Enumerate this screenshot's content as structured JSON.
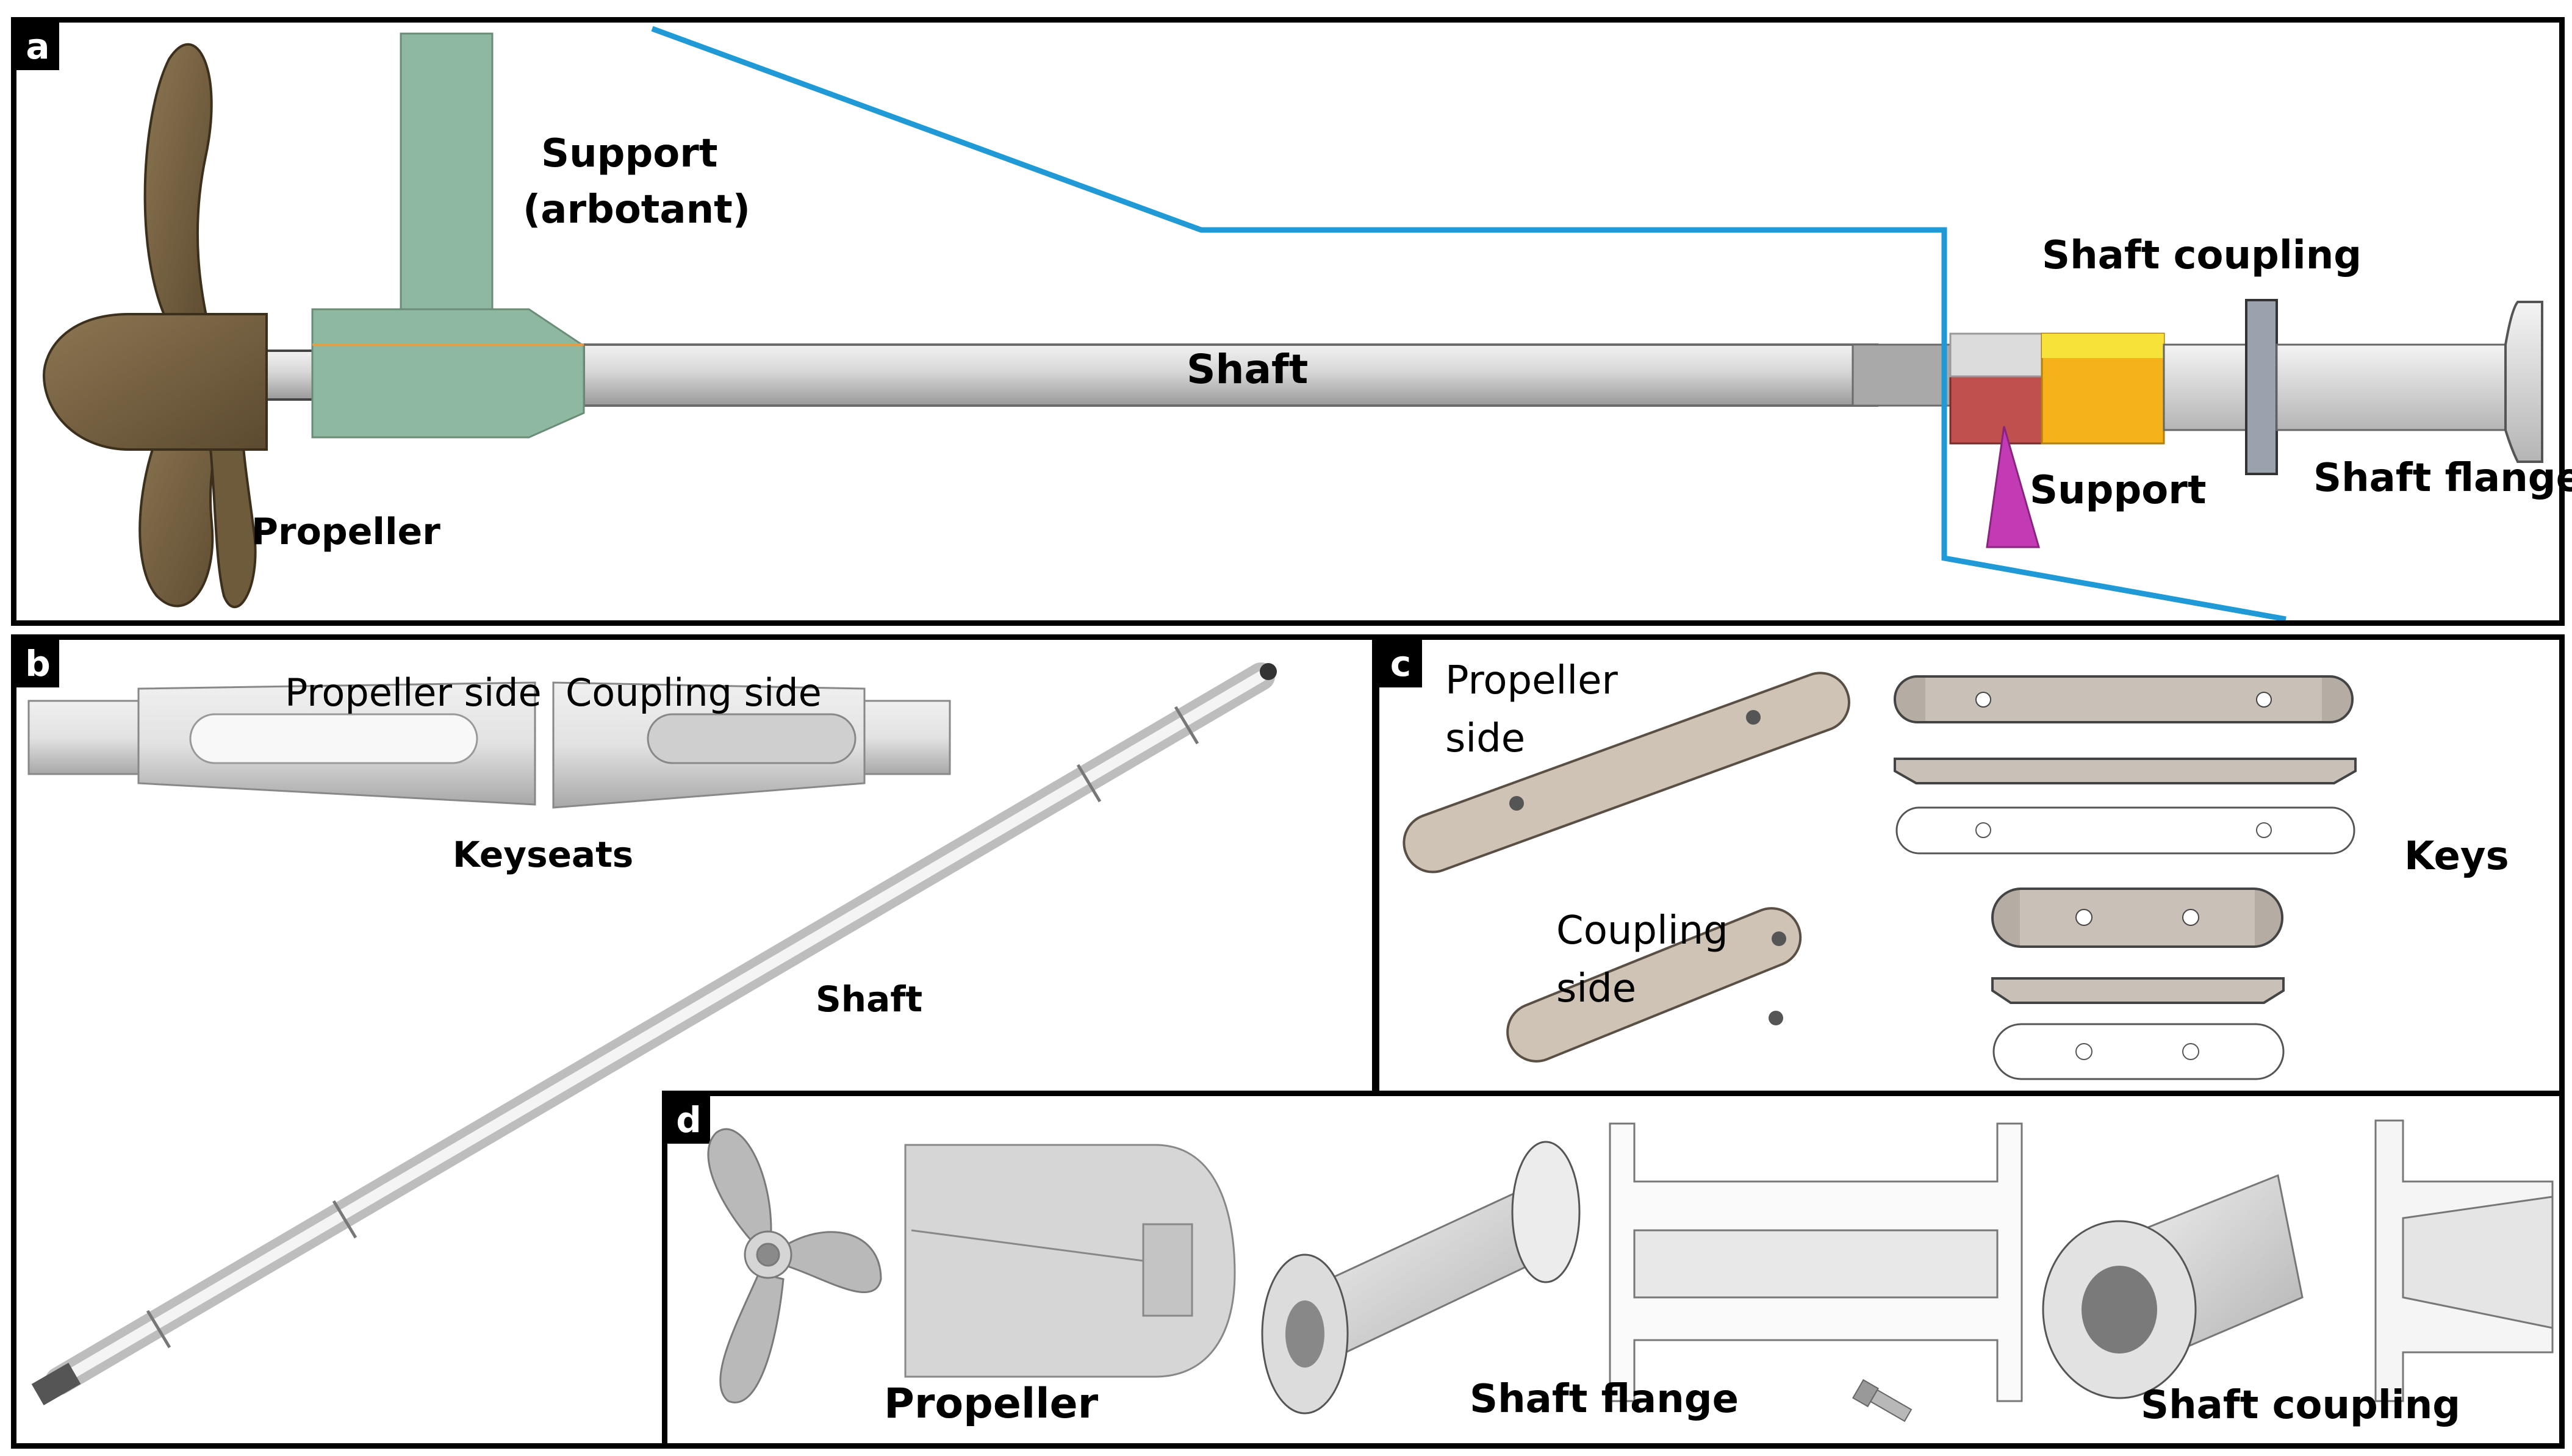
{
  "panels": {
    "a": {
      "tag": "a",
      "labels": {
        "support_line1": "Support",
        "support_line2": "(arbotant)",
        "shaft": "Shaft",
        "shaft_coupling": "Shaft coupling",
        "propeller": "Propeller",
        "support": "Support",
        "shaft_flange": "Shaft flange"
      }
    },
    "b": {
      "tag": "b",
      "labels": {
        "propeller_side": "Propeller side",
        "coupling_side": "Coupling side",
        "keyseats": "Keyseats",
        "shaft": "Shaft"
      }
    },
    "c": {
      "tag": "c",
      "labels": {
        "propeller_side_line1": "Propeller",
        "propeller_side_line2": "side",
        "coupling_side_line1": "Coupling",
        "coupling_side_line2": "side",
        "keys": "Keys"
      }
    },
    "d": {
      "tag": "d",
      "labels": {
        "propeller": "Propeller",
        "shaft_flange": "Shaft flange",
        "shaft_coupling": "Shaft coupling"
      }
    }
  },
  "colors": {
    "panel_border": "#000000",
    "zoom_line": "#1f9ad6",
    "propeller_bronze": "#7a6646",
    "support_green": "#8fb8a0",
    "shaft_grey": "#d9d9d9",
    "coupling_red": "#c0504d",
    "coupling_yellow": "#f5b21a",
    "support_magenta": "#c23bb5",
    "key_tan": "#cfc3b6"
  }
}
